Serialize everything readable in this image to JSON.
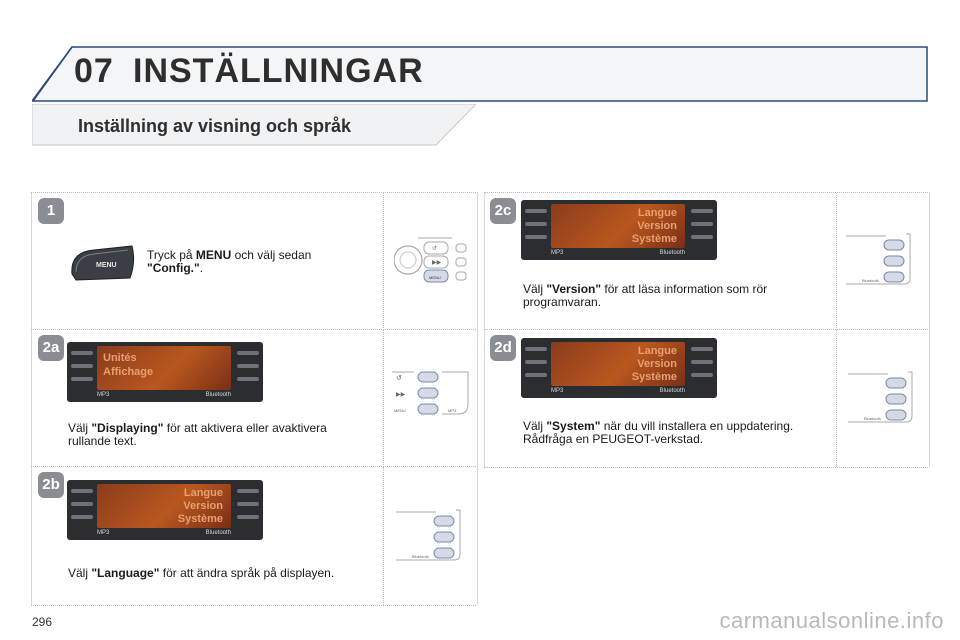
{
  "chapter": {
    "number": "07",
    "title": "INSTÄLLNINGAR"
  },
  "section": {
    "title": "Inställning av visning och språk"
  },
  "steps": [
    {
      "badge": "1",
      "text_pre": "Tryck på ",
      "text_bold": "MENU",
      "text_mid": " och välj sedan",
      "text_bold2": "\"Config.\"",
      "text_post": ".",
      "button_label": "MENU"
    },
    {
      "badge": "2a",
      "text_pre": "Välj ",
      "text_bold": "\"Displaying\"",
      "text_post": " för att aktivera eller avaktivera rullande text.",
      "screen_lines": [
        "Unités",
        "Affichage"
      ]
    },
    {
      "badge": "2b",
      "text_pre": "Välj ",
      "text_bold": "\"Language\"",
      "text_post": " för att ändra språk på displayen.",
      "screen_lines": [
        "Langue",
        "Version",
        "Système"
      ]
    },
    {
      "badge": "2c",
      "text_pre": "Välj ",
      "text_bold": "\"Version\"",
      "text_post": " för att läsa information som rör programvaran.",
      "screen_lines": [
        "Langue",
        "Version",
        "Système"
      ]
    },
    {
      "badge": "2d",
      "text_pre": "Välj ",
      "text_bold": "\"System\"",
      "text_post": " när du vill installera en uppdatering. Rådfråga en PEUGEOT-verkstad.",
      "screen_lines": [
        "Langue",
        "Version",
        "Système"
      ]
    }
  ],
  "screen_bar": {
    "mp3": "MP3",
    "bluetooth": "Bluetooth"
  },
  "control_labels": {
    "menu": "MENU",
    "mp3": "MP3",
    "bluetooth": "Bluetooth"
  },
  "page": {
    "number": "296"
  },
  "watermark": "carmanualsonline.info",
  "colors": {
    "banner_stroke": "#2a4a78",
    "badge": "#8a8d93",
    "lcd": "#b9571f"
  }
}
